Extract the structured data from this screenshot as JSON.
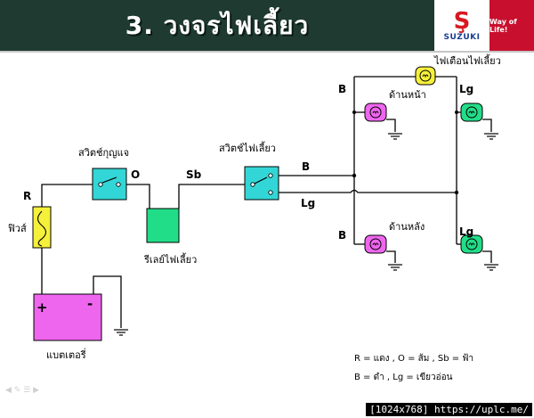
{
  "title": "3. วงจรไฟเลี้ยว",
  "brand": {
    "name": "SUZUKI",
    "tagline": "Way of Life!",
    "red": "#c8102e",
    "blue": "#1b3f8f"
  },
  "components": {
    "ignition_switch": "สวิตช์กุญแจ",
    "turn_switch": "สวิตช์ไฟเลี้ยว",
    "relay": "รีเลย์ไฟเลี้ยว",
    "fuse": "ฟิวส์",
    "battery": "แบตเตอรี่",
    "battery_plus": "+",
    "battery_minus": "-",
    "indicator_lamp": "ไฟเตือนไฟเลี้ยว",
    "front_lamps": "ด้านหน้า",
    "rear_lamps": "ด้านหลัง"
  },
  "wire_labels": {
    "r": "R",
    "o": "O",
    "sb": "Sb",
    "b_switch": "B",
    "lg_switch": "Lg",
    "b_front": "B",
    "lg_front": "Lg",
    "b_rear": "B",
    "lg_rear": "Lg"
  },
  "legend": {
    "line1": "R   = แดง  ,   O   = ส้ม  , Sb = ฟ้า",
    "line2": "B   = ดำ   ,  Lg  = เขียวอ่อน"
  },
  "colors": {
    "title_bg": "#1f3a30",
    "switch_fill": "#33d6d6",
    "relay_fill": "#22dd88",
    "fuse_fill": "#f5f03a",
    "battery_fill": "#ee66ee",
    "indicator_fill": "#f5f03a",
    "lamp_b_fill": "#ee66ee",
    "lamp_lg_fill": "#22dd88"
  },
  "watermark": "[1024x768] https://uplc.me/"
}
